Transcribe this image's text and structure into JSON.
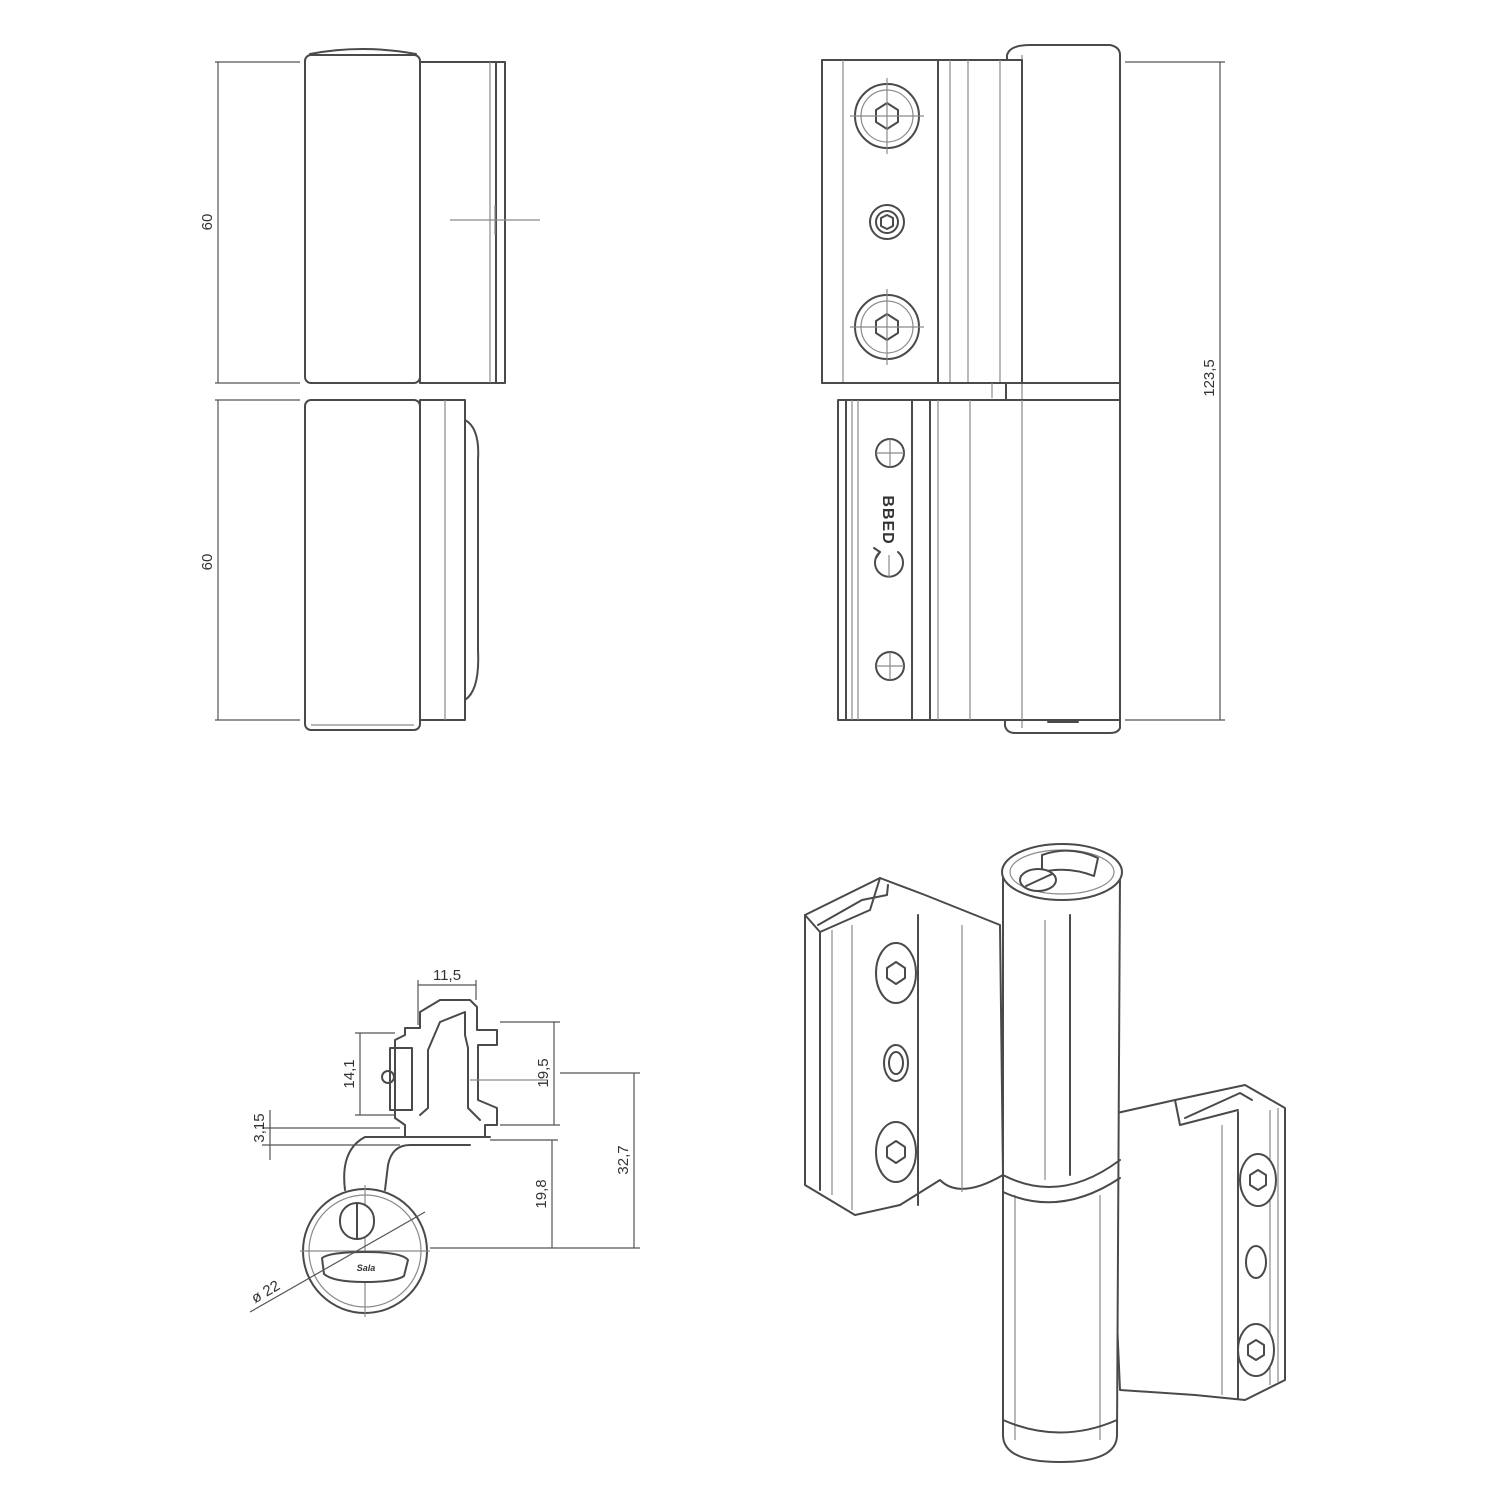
{
  "side_view": {
    "dim_upper_leaf": "60",
    "dim_lower_leaf": "60"
  },
  "front_view": {
    "dim_total_height": "123,5",
    "leaf_engraving": "BBED"
  },
  "section_view": {
    "dim_top_width": "11,5",
    "dim_leaf_height": "14,1",
    "dim_frame_height": "19,5",
    "dim_offset": "3,15",
    "dim_knuckle_offset": "19,8",
    "dim_total_depth": "32,7",
    "dim_knuckle_diameter": "ø 22",
    "cap_brand": "Sala"
  },
  "iso_view": {}
}
